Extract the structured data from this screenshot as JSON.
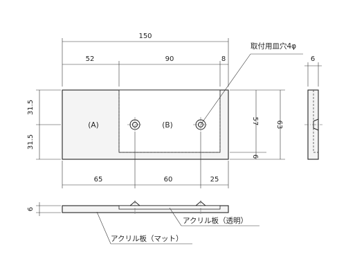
{
  "dimensions": {
    "overall_width": "150",
    "seg_left": "52",
    "seg_mid": "90",
    "seg_right": "8",
    "left_upper": "31.5",
    "left_lower": "31.5",
    "right_57": "57",
    "right_63": "63",
    "right_6": "6",
    "bottom_65": "65",
    "bottom_60": "60",
    "bottom_25": "25",
    "side_thickness": "6",
    "section_thickness": "6"
  },
  "labels": {
    "part_a": "(A)",
    "part_b": "(B)",
    "hole_note": "取付用皿穴4φ",
    "acrylic_clear": "アクリル板（透明）",
    "acrylic_matte": "アクリル板（マット）"
  }
}
